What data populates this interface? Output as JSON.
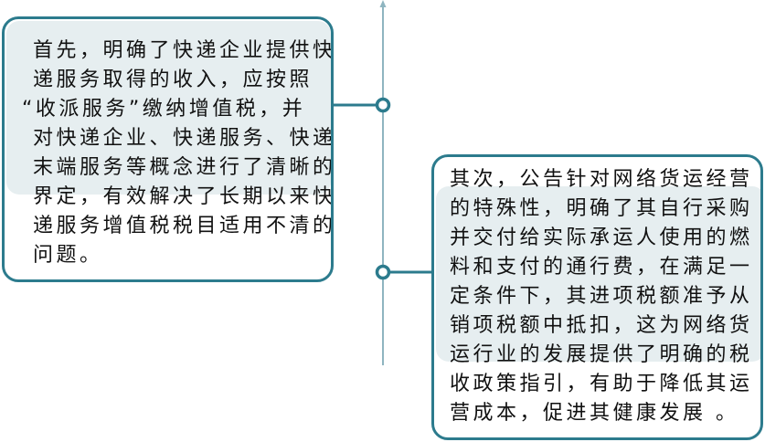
{
  "colors": {
    "accent": "#2c7b8d",
    "axis": "#8fb5c0",
    "shade": "#e6eef0"
  },
  "cards": [
    {
      "lines": [
        "首先，明确了快递企业提供快",
        "递服务取得的收入，应按照",
        "“收派服务”缴纳增值税，并",
        "对快递企业、快递服务、快递",
        "末端服务等概念进行了清晰的",
        "界定，有效解决了长期以来快",
        "递服务增值税税目适用不清的",
        "问题。"
      ]
    },
    {
      "lines": [
        "其次，公告针对网络货运经营",
        "的特殊性，明确了其自行采购",
        "并交付给实际承运人使用的燃",
        "料和支付的通行费，在满足一",
        "定条件下，其进项税额准予从",
        "销项税额中抵扣，这为网络货",
        "运行业的发展提供了明确的税",
        "收政策指引，有助于降低其运",
        "营成本，促进其健康发展 。"
      ]
    }
  ]
}
